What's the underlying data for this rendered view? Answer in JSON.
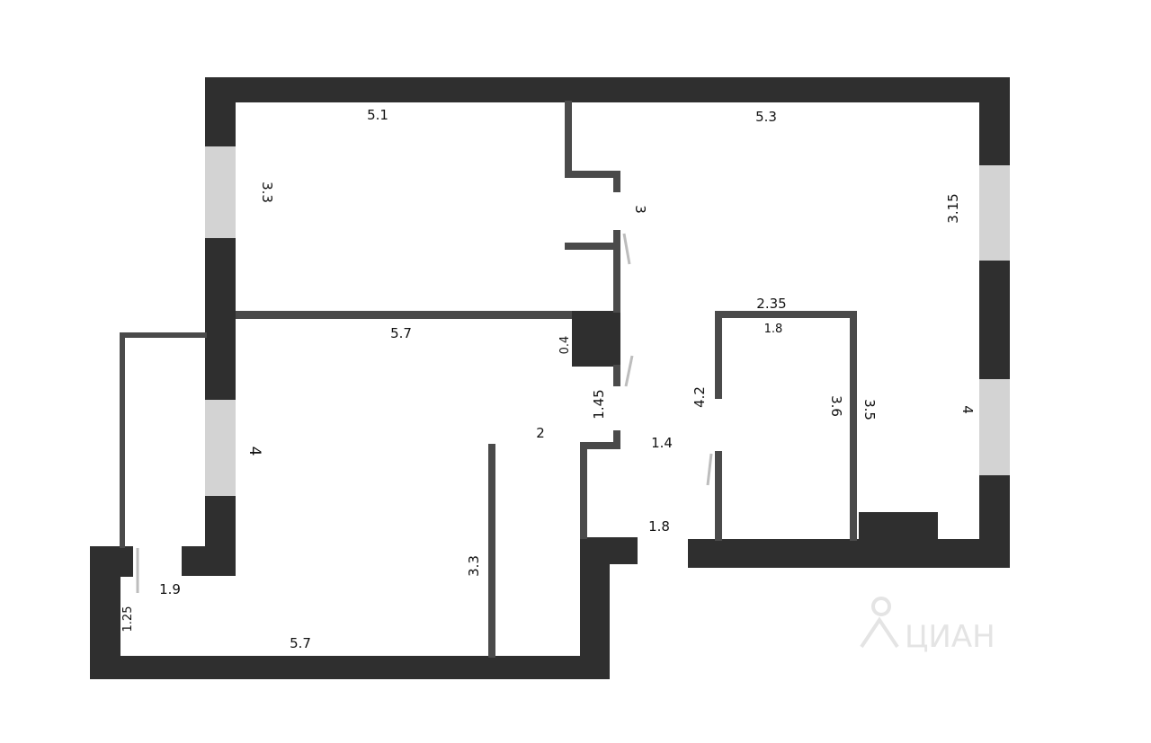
{
  "colors": {
    "wall_outer": "#2f2f2f",
    "wall_inner": "#4a4a4a",
    "window": "#d3d3d3",
    "door_swing": "#bdbdbd",
    "background": "#ffffff",
    "watermark": "#e4e4e4"
  },
  "dimensions": {
    "room1_width": "5.1",
    "room2_width": "5.3",
    "room1_height": "3.3",
    "room2_height_top": "3.15",
    "room2_height_bottom": "4",
    "door_top": "3",
    "bath_outer_width": "2.35",
    "bath_inner_width": "1.8",
    "partition_long": "5.7",
    "column": "0.4",
    "hall_width": "1.45",
    "hall_span": "2",
    "bath_left_height": "4.2",
    "bath_inner_height": "3.6",
    "bath_outer_height": "3.5",
    "room3_height": "4",
    "corridor_width": "1.4",
    "entrance_width": "1.8",
    "closet_height": "3.3",
    "balcony_width": "1.9",
    "balcony_depth": "1.25",
    "room3_width": "5.7"
  },
  "watermark": {
    "text": "ЦИАН",
    "icon": "cian-logo-icon"
  }
}
